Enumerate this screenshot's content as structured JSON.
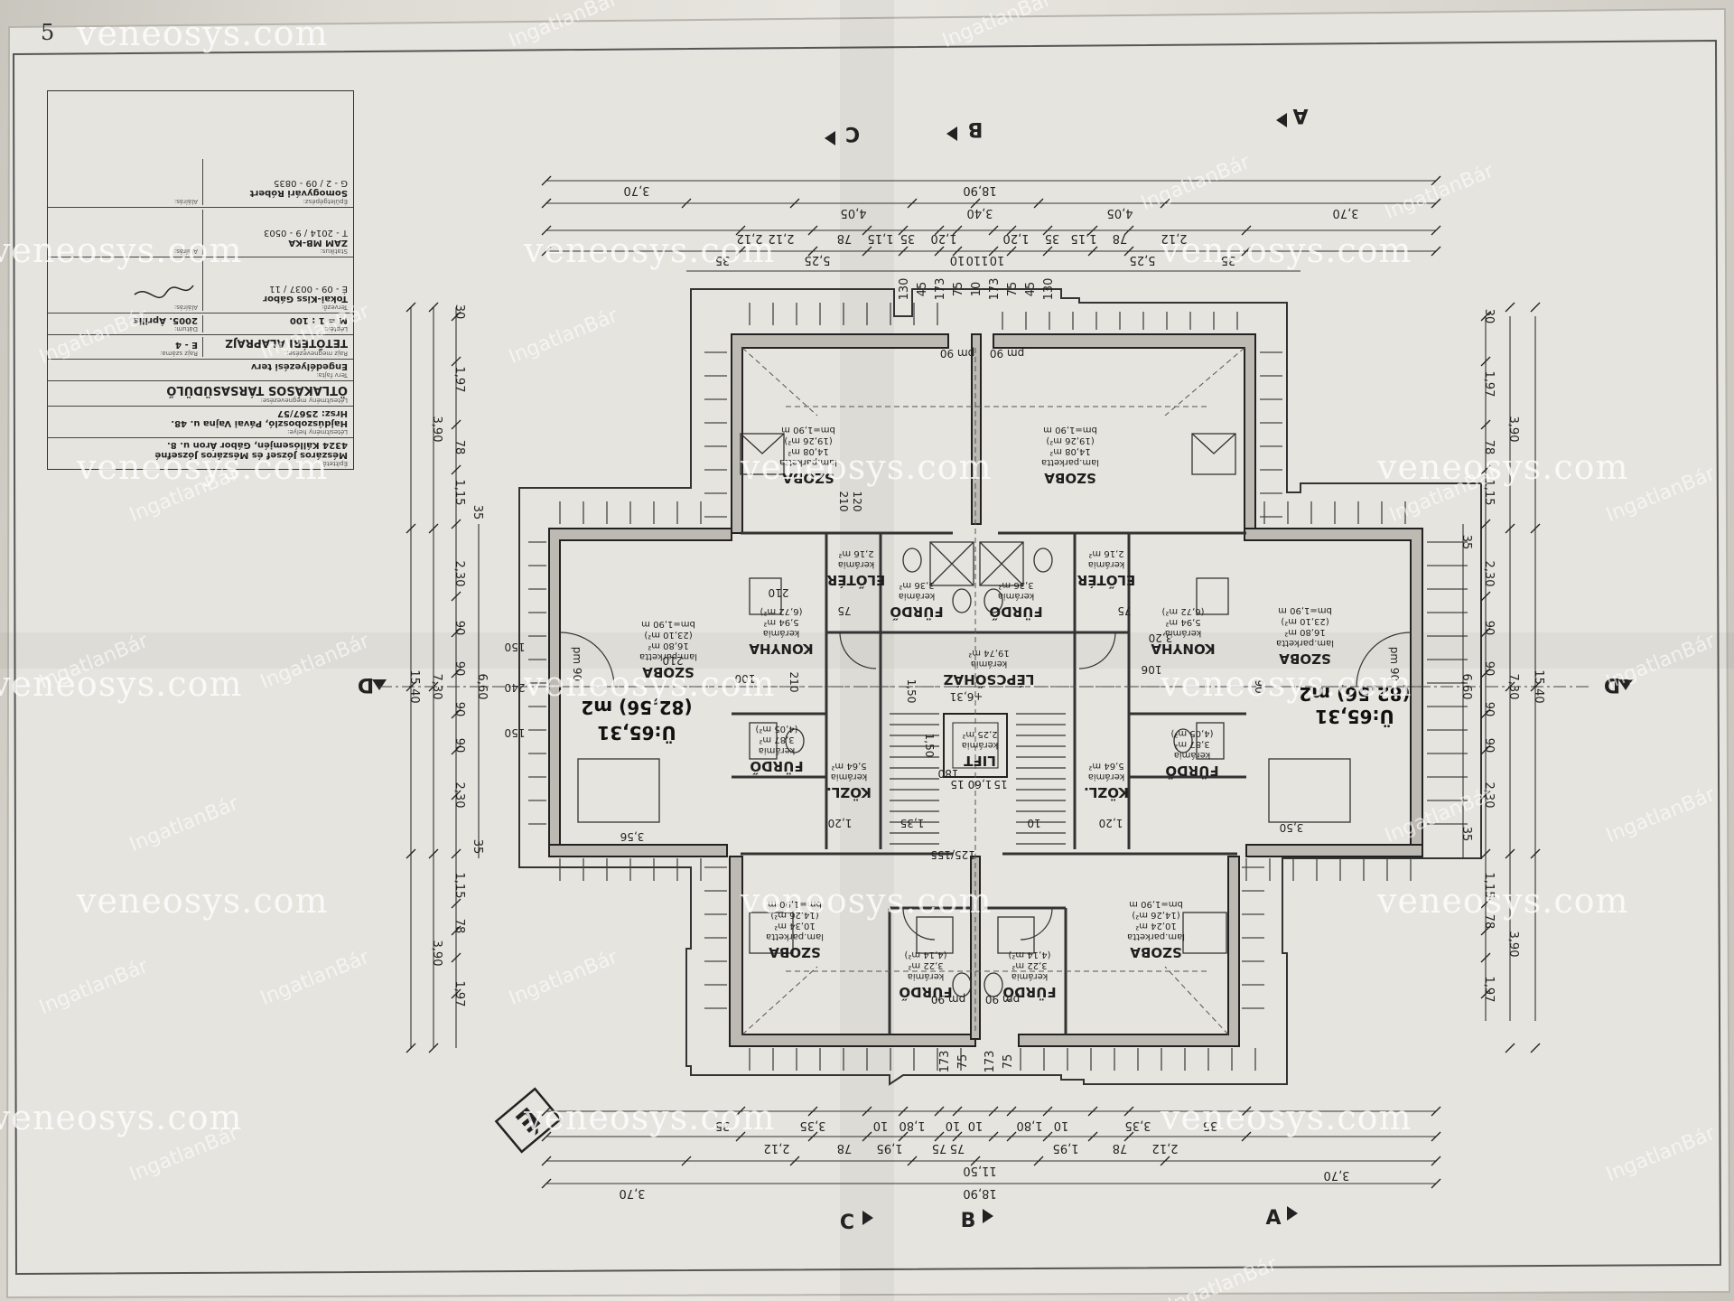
{
  "page_number": "5",
  "watermarks": {
    "primary": "veneosys.com",
    "secondary": "IngatlanBár"
  },
  "title_block": {
    "owner_label": "Építtető:",
    "owner_lines": [
      "Mészáros József és Mészáros Józsefné",
      "4324 Kállósemjén, Gábor Áron u. 8."
    ],
    "location_label": "Létesítmény helye:",
    "location_lines": [
      "Hajdúszoboszló, Pávai Vajna u. 48.",
      "Hrsz: 2567/57"
    ],
    "building_label": "Létesítmény megnevezése:",
    "building_name": "ÖTLAKÁSOS TÁRSASÜDÜLŐ",
    "phase_label": "Terv fajta:",
    "phase": "Engedélyezési terv",
    "drawing_label": "Rajz megnevezése:",
    "drawing_title": "TETŐTÉRI ALAPRAJZ",
    "sheet_label": "Rajz száma:",
    "sheet_no": "E - 4",
    "scale_label": "Lépték:",
    "scale": "M = 1 : 100",
    "date_label": "Dátum:",
    "date": "2005. Április",
    "designer_label": "Tervező:",
    "designer_name": "Tokai-Kiss Gábor",
    "designer_id": "É - 09 - 0037 / 11",
    "sign_label": "Aláírás:",
    "statics_label": "Statikus:",
    "statics_firm": "ZAM MB-KA",
    "statics_id": "T - 2014 / 9 - 0503",
    "structural_label": "Épületgépész:",
    "structural_name": "Somogyvári Róbert",
    "structural_id": "G - 2 / 09 - 0835"
  },
  "sections": {
    "a": "A",
    "b": "B",
    "c": "C",
    "d": "D"
  },
  "dims_top": {
    "overall": "18,90",
    "left": "3,70",
    "right": "3,70",
    "l2": "4,05",
    "r2": "4,05",
    "c2": "3,40",
    "l3": [
      "2,12",
      "2,12",
      "78",
      "1,15",
      "35",
      "1,20"
    ],
    "r3": [
      "1,20",
      "35",
      "1,15",
      "78",
      "2,12"
    ],
    "l4": [
      "35",
      "5,25"
    ],
    "c4": [
      "10",
      "110",
      "10"
    ],
    "r4": [
      "5,25",
      "35"
    ],
    "vert": [
      "130",
      "45",
      "173",
      "75",
      "10",
      "173",
      "75",
      "45",
      "130"
    ]
  },
  "dims_bottom": {
    "overall": "18,90",
    "left": "3,70",
    "right": "3,70",
    "l2": [
      "2,12",
      "78",
      "1,95",
      "75",
      "75"
    ],
    "r2": [
      "1,95",
      "78",
      "2,12"
    ],
    "c2": [
      "11,50"
    ],
    "l3": [
      "35",
      "3,35",
      "10",
      "10",
      "1,80",
      "10"
    ],
    "r3": [
      "1,80",
      "10",
      "3,35",
      "35"
    ],
    "vert": [
      "173",
      "75",
      "173",
      "75"
    ]
  },
  "dims_left": {
    "overall": "15,40",
    "mid": "6,60",
    "outer": [
      "3,90",
      "7,30",
      "3,90"
    ],
    "inner": [
      "30",
      "1,97",
      "78",
      "1,15",
      "35",
      "2,30",
      "90",
      "90",
      "90",
      "90",
      "2,30",
      "35",
      "1,15",
      "78",
      "1,97"
    ]
  },
  "dims_right": {
    "overall": "15,40",
    "mid": "6,60",
    "outer": [
      "3,90",
      "7,30",
      "3,90"
    ],
    "inner": [
      "30",
      "1,97",
      "78",
      "1,15",
      "35",
      "2,30",
      "90",
      "90",
      "90",
      "90",
      "2,30",
      "35",
      "1,15",
      "78",
      "1,97"
    ]
  },
  "rooms": [
    {
      "name": "SZOBA",
      "finish": "lam.parketta",
      "area": "14,08 m²",
      "extra": "(19,26 m²)",
      "bm": "bm=1,90 m"
    },
    {
      "name": "SZOBA",
      "finish": "lam.parketta",
      "area": "14,08 m²",
      "extra": "(19,26 m²)",
      "bm": "bm=1,90 m"
    },
    {
      "name": "ELŐTÉR",
      "finish": "kerámia",
      "area": "2,16 m²"
    },
    {
      "name": "ELŐTÉR",
      "finish": "kerámia",
      "area": "2,16 m²"
    },
    {
      "name": "FÜRDŐ",
      "finish": "kerámia",
      "area": "3,36 m²"
    },
    {
      "name": "FÜRDŐ",
      "finish": "kerámia",
      "area": "3,36 m²"
    },
    {
      "name": "KONYHA",
      "finish": "kerámia",
      "area": "5,94 m²",
      "extra": "(6,72 m²)"
    },
    {
      "name": "KONYHA",
      "finish": "kerámia",
      "area": "5,94 m²",
      "extra": "(6,72 m²)"
    },
    {
      "name": "SZOBA",
      "finish": "lam.parketta",
      "area": "16,80 m²",
      "extra": "(23,10 m²)",
      "bm": "bm=1,90 m"
    },
    {
      "name": "SZOBA",
      "finish": "lam.parketta",
      "area": "16,80 m²",
      "extra": "(23,10 m²)",
      "bm": "bm=1,90 m"
    },
    {
      "name": "LÉPCSŐHÁZ",
      "finish": "kerámia",
      "area": "19,74 m²"
    },
    {
      "name": "LIFT",
      "finish": "kerámia",
      "area": "2,25 m²"
    },
    {
      "name": "KÖZL.",
      "finish": "kerámia",
      "area": "5,64 m²"
    },
    {
      "name": "KÖZL.",
      "finish": "kerámia",
      "area": "5,64 m²"
    },
    {
      "name": "FÜRDŐ",
      "finish": "kerámia",
      "area": "3,87 m²",
      "extra": "(4,05 m²)"
    },
    {
      "name": "FÜRDŐ",
      "finish": "kerámia",
      "area": "3,87 m²",
      "extra": "(4,05 m²)"
    },
    {
      "name": "SZOBA",
      "finish": "lam.parketta",
      "area": "10,34 m²",
      "extra": "(14,26 m²)",
      "bm": "bm=1,90 m"
    },
    {
      "name": "SZOBA",
      "finish": "lam.parketta",
      "area": "10,24 m²",
      "extra": "(14,26 m²)",
      "bm": "bm=1,90 m"
    },
    {
      "name": "FÜRDŐ",
      "finish": "kerámia",
      "area": "3,22 m²",
      "extra": "(4,14 m²)"
    },
    {
      "name": "FÜRDŐ",
      "finish": "kerámia",
      "area": "3,22 m²",
      "extra": "(4,14 m²)"
    }
  ],
  "units": [
    {
      "label": "Ü:65,31",
      "total": "(82,56) m2"
    },
    {
      "label": "Ü:65,31",
      "total": "(82,56) m2"
    }
  ],
  "misc": {
    "bm_label": "bm=1,90 m",
    "pm_label": "pm 90",
    "level": "+6,31",
    "stair_dim": "1,50",
    "dims_interior": [
      "150",
      "240",
      "150",
      "210",
      "210",
      "75",
      "120",
      "210",
      "100",
      "210",
      "1,20",
      "1,35",
      "1,20",
      "10",
      "125/155",
      "3,56",
      "3,20",
      "3,50",
      "180",
      "15",
      "1,60",
      "15",
      "1,50",
      "75",
      "90",
      "106"
    ]
  },
  "north_arrow": "É"
}
